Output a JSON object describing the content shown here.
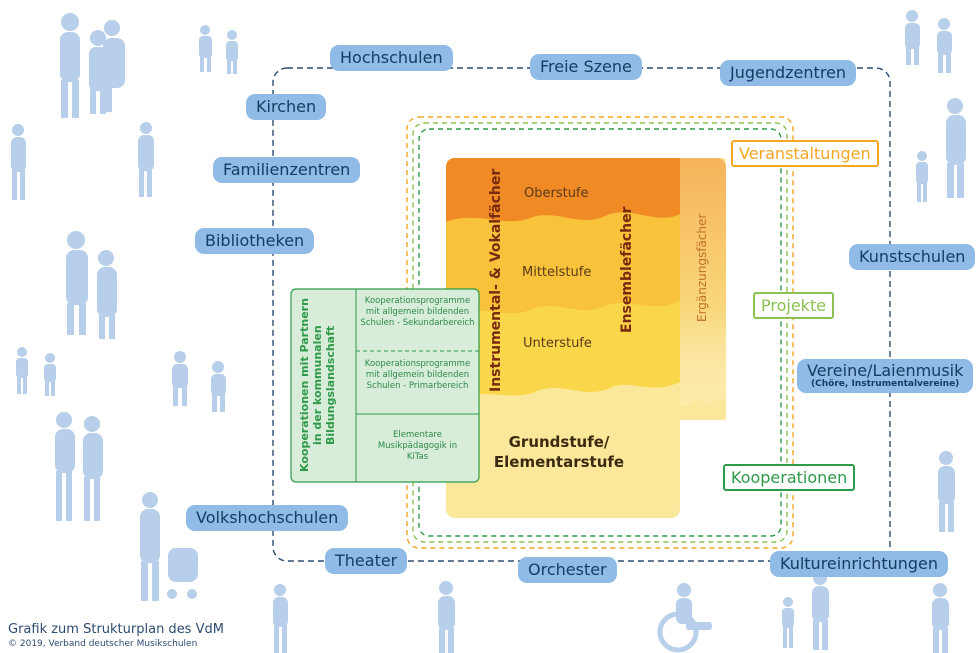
{
  "outer_partners": [
    {
      "id": "hochschulen",
      "label": "Hochschulen"
    },
    {
      "id": "freie-szene",
      "label": "Freie Szene"
    },
    {
      "id": "jugendzentren",
      "label": "Jugendzentren"
    },
    {
      "id": "kirchen",
      "label": "Kirchen"
    },
    {
      "id": "familienzentren",
      "label": "Familienzentren"
    },
    {
      "id": "bibliotheken",
      "label": "Bibliotheken"
    },
    {
      "id": "kunstschulen",
      "label": "Kunstschulen"
    },
    {
      "id": "volkshochschulen",
      "label": "Volkshochschulen"
    },
    {
      "id": "theater",
      "label": "Theater"
    },
    {
      "id": "orchester",
      "label": "Orchester"
    },
    {
      "id": "kultureinrichtungen",
      "label": "Kultureinrichtungen"
    }
  ],
  "vereine": {
    "label": "Vereine/Laienmusik",
    "sub": "(Chöre, Instrumentalvereine)"
  },
  "activities": [
    {
      "id": "veranstaltungen",
      "label": "Veranstaltungen",
      "color": "#f5a623"
    },
    {
      "id": "projekte",
      "label": "Projekte",
      "color": "#8cc152"
    },
    {
      "id": "kooperationen",
      "label": "Kooperationen",
      "color": "#2e9a4a"
    }
  ],
  "core": {
    "instrumental": "Instrumental- & Vokalfächer",
    "ensemble": "Ensemblefächer",
    "ergaenzung": "Ergänzungsfächer",
    "levels": [
      "Oberstufe",
      "Mittelstufe",
      "Unterstufe"
    ],
    "grundstufe_line1": "Grundstufe/",
    "grundstufe_line2": "Elementarstufe"
  },
  "cooperation_panel": {
    "vertical_title": "Kooperationen mit Partnern in der kommunalen Bildungslandschaft",
    "cells": [
      "Kooperationsprogramme mit allgemein bildenden Schulen - Sekundarbereich",
      "Kooperationsprogramme mit allgemein bildenden Schulen - Primarbereich",
      "Elementare Musikpädagogik in KiTas"
    ]
  },
  "footer": {
    "title": "Grafik zum Strukturplan des VdM",
    "copyright": "© 2019, Verband deutscher Musikschulen"
  },
  "colors": {
    "pill": "#8fbbe6",
    "silhouette": "#b7cfea",
    "dash_blue": "#2d4c72",
    "orange_dark": "#f08a24",
    "orange": "#f5a623",
    "yellow": "#f9d64a",
    "light_yellow": "#fbe89a",
    "green": "#2e9a4a",
    "light_green": "#8cc152",
    "panel_fill": "#d7ecd9"
  }
}
